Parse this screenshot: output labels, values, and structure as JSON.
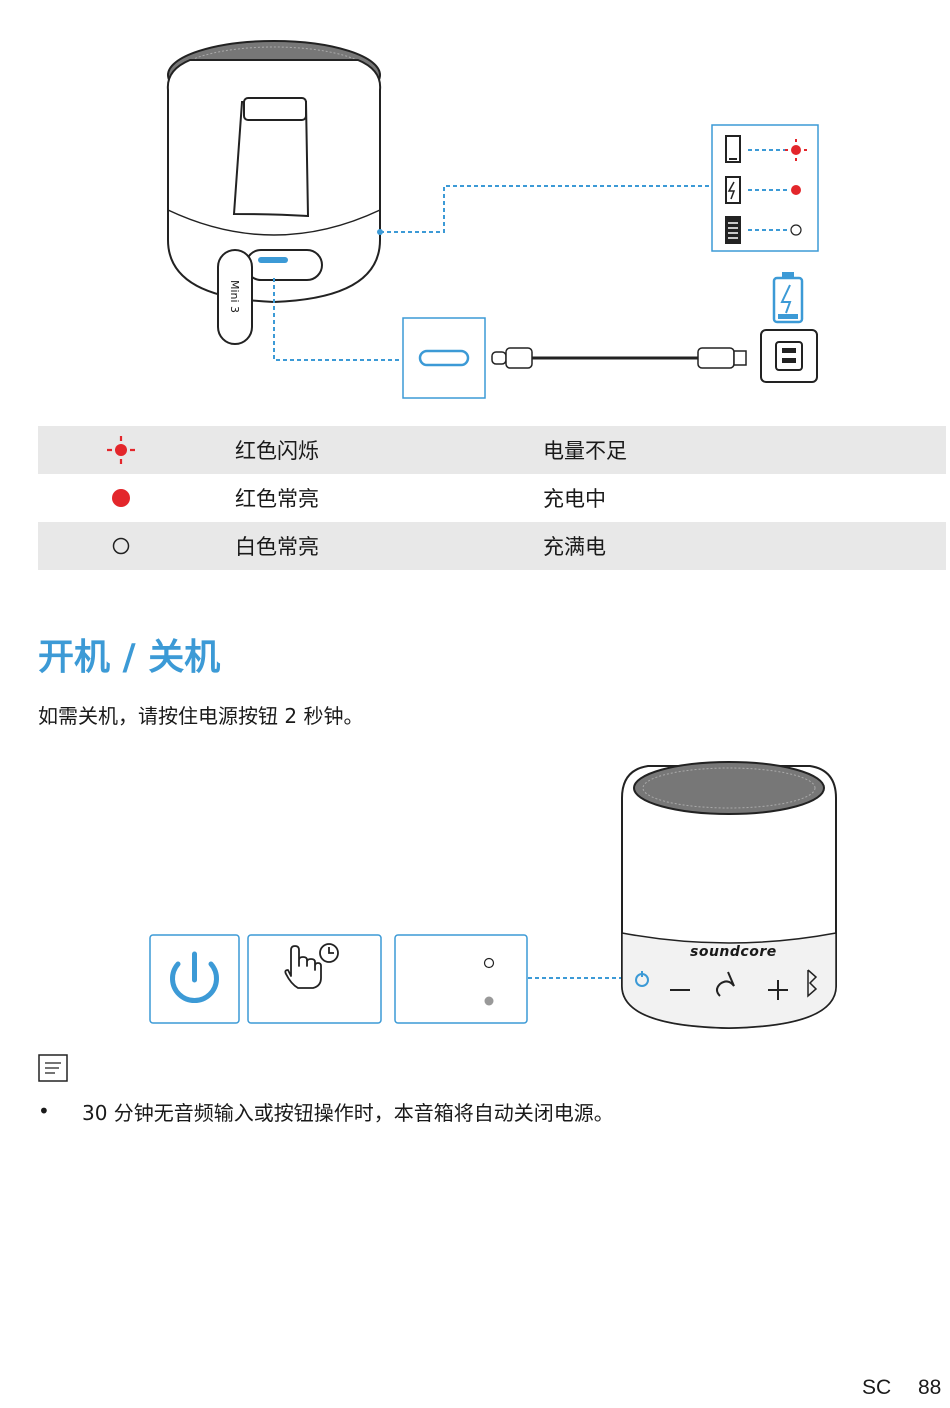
{
  "charging_diagram": {
    "speaker_label": "Mini 3"
  },
  "led_table": [
    {
      "icon": "red-blinking-led-icon",
      "color_label": "红色闪烁",
      "meaning": "电量不足"
    },
    {
      "icon": "red-solid-led-icon",
      "color_label": "红色常亮",
      "meaning": "充电中"
    },
    {
      "icon": "white-solid-led-icon",
      "color_label": "白色常亮",
      "meaning": "充满电"
    }
  ],
  "section": {
    "title": "开机 / 关机",
    "instruction": "如需关机，请按住电源按钮 2 秒钟。"
  },
  "power_diagram": {
    "brand": "soundcore"
  },
  "notes": [
    "30 分钟无音频输入或按钮操作时，本音箱将自动关闭电源。"
  ],
  "footer": {
    "lang_code": "SC",
    "page_number": "88"
  },
  "colors": {
    "accent": "#3c9ad6",
    "led_red": "#e3262b",
    "table_shade": "#e8e8e8"
  }
}
